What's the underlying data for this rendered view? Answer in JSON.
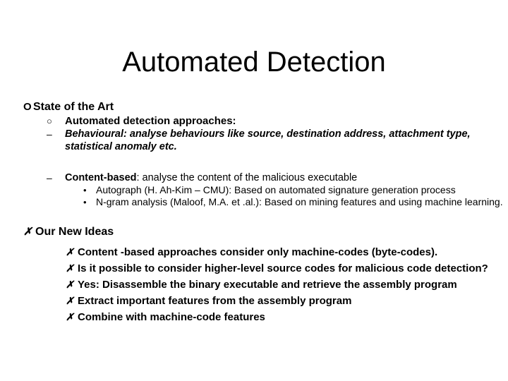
{
  "slide": {
    "title": "Automated Detection",
    "background_color": "#ffffff",
    "text_color": "#000000",
    "bullets": {
      "circle_filled_outline": "O",
      "circle_hollow": "○",
      "dash": "–",
      "dot": "•",
      "xmark": "✗"
    },
    "sections": [
      {
        "heading": "State of the Art",
        "items": [
          {
            "level": 2,
            "bullet": "circle_hollow",
            "text": "Automated detection approaches:"
          },
          {
            "level": 3,
            "bullet": "dash",
            "style": "bold-italic",
            "text": "Behavioural: analyse  behaviours like source, destination address, attachment type, statistical anomaly etc."
          },
          {
            "level": 3,
            "bullet": "dash",
            "style": "lead-bold",
            "lead": "Content-based",
            "text": ": analyse the content of the malicious executable"
          },
          {
            "level": 4,
            "bullet": "dot",
            "text": "Autograph (H. Ah-Kim – CMU): Based on automated signature generation process"
          },
          {
            "level": 4,
            "bullet": "dot",
            "text": "N-gram analysis (Maloof, M.A. et .al.): Based on mining features and using machine learning."
          }
        ]
      },
      {
        "heading": "Our New  Ideas",
        "items": [
          {
            "level": 2,
            "bullet": "xmark",
            "text": "Content -based approaches consider only machine-codes (byte-codes)."
          },
          {
            "level": 2,
            "bullet": "xmark",
            "text": "Is it possible to consider higher-level source codes for malicious code detection?"
          },
          {
            "level": 2,
            "bullet": "xmark",
            "text": "Yes: Disassemble the binary executable and retrieve the assembly program"
          },
          {
            "level": 2,
            "bullet": "xmark",
            "text": "Extract important features from the assembly program"
          },
          {
            "level": 2,
            "bullet": "xmark",
            "text": "Combine with machine-code features"
          }
        ]
      }
    ]
  }
}
